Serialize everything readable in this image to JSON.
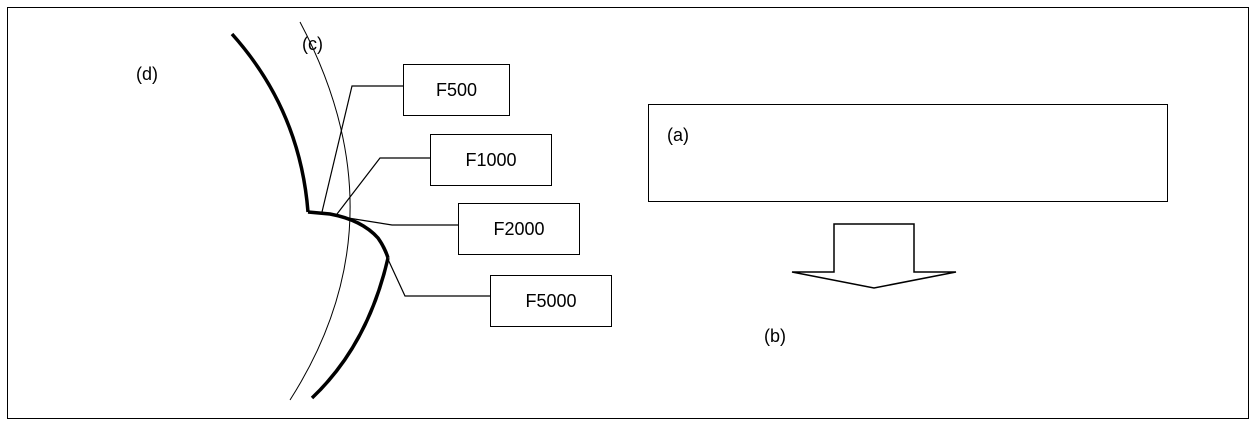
{
  "labels": {
    "a": "(a)",
    "b": "(b)",
    "c": "(c)",
    "d": "(d)"
  },
  "feed_boxes": [
    "F500",
    "F1000",
    "F2000",
    "F5000"
  ],
  "colors": {
    "stroke": "#000000",
    "background": "#ffffff"
  }
}
